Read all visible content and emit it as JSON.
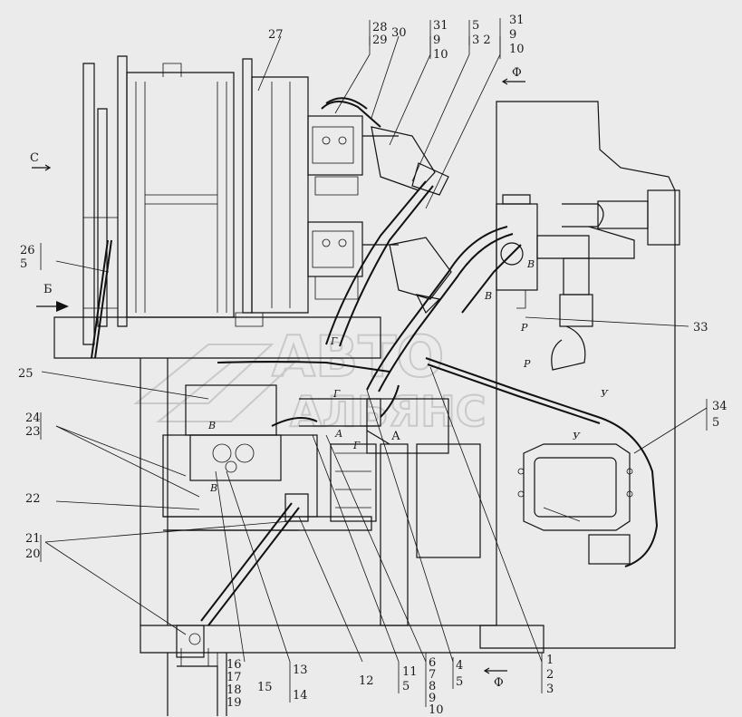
{
  "watermark": {
    "line1": "АВТО",
    "line2": "АЛЬЯНС"
  },
  "views": {
    "c": "С",
    "b": "Б",
    "a": "А",
    "f_top": "Ф",
    "f_bottom": "Ф"
  },
  "small_marks": {
    "b1": "В",
    "b2": "В",
    "b3": "В",
    "b4": "В",
    "p1": "Р",
    "p2": "Р",
    "y1": "У",
    "y2": "У",
    "g1": "Г",
    "g2": "Г",
    "g3": "Г",
    "a1": "А"
  },
  "callouts": {
    "c27": "27",
    "c28_29": [
      "28",
      "29"
    ],
    "c30": "30",
    "c31_9_10a": [
      "31",
      "9",
      "10"
    ],
    "c5_32": [
      "5",
      "3 2"
    ],
    "c31_9_10b": [
      "31",
      "9",
      "10"
    ],
    "c26_5": [
      "26",
      "5"
    ],
    "c25": "25",
    "c24_23": [
      "24",
      "23"
    ],
    "c22": "22",
    "c21_20": [
      "21",
      "20"
    ],
    "c16_19": [
      "16",
      "17",
      "18",
      "19"
    ],
    "c15": "15",
    "c13_14": [
      "13",
      "14"
    ],
    "c12": "12",
    "c11_5": [
      "11",
      "5"
    ],
    "c6_10": [
      "6",
      "7",
      "8",
      "9",
      "10"
    ],
    "c4_5": [
      "4",
      "5"
    ],
    "c1_3": [
      "1",
      "2",
      "3"
    ],
    "c33": "33",
    "c34_5": [
      "34",
      "5"
    ]
  }
}
